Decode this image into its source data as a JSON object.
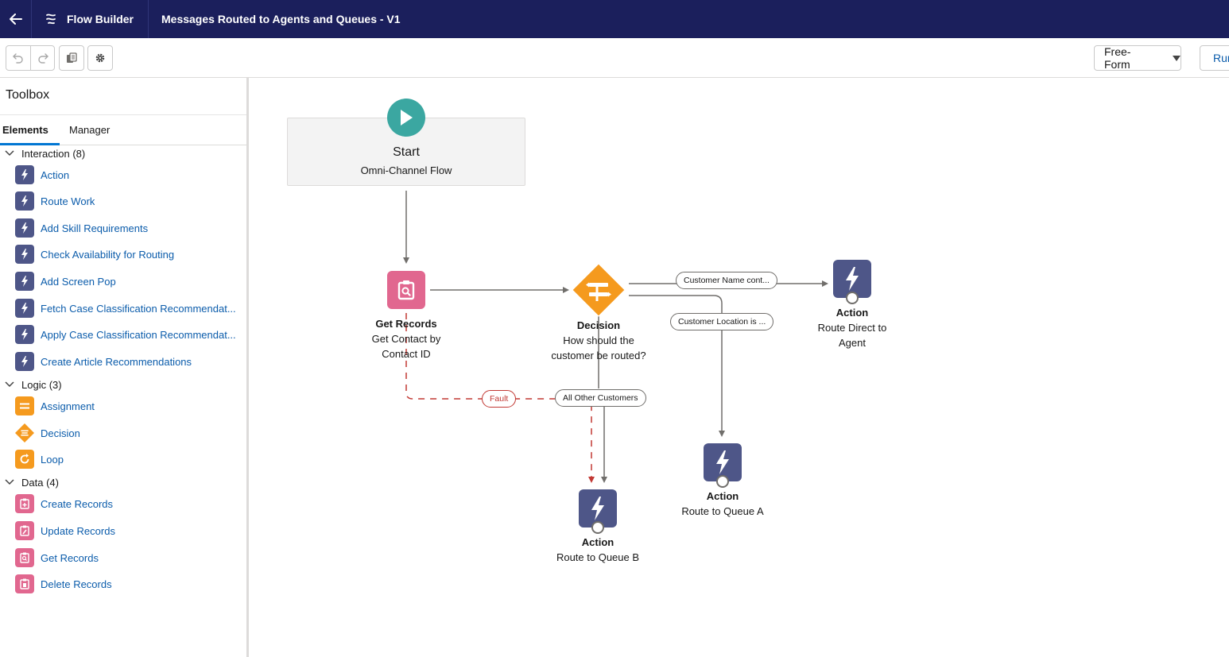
{
  "header": {
    "app_name": "Flow Builder",
    "flow_title": "Messages Routed to Agents and Queues - V1"
  },
  "toolbar": {
    "mode_value": "Free-Form",
    "run_label": "Run"
  },
  "toolbox": {
    "title": "Toolbox",
    "tabs": [
      {
        "label": "Elements",
        "active": true
      },
      {
        "label": "Manager",
        "active": false
      }
    ],
    "sections": [
      {
        "label": "Interaction (8)",
        "items": [
          {
            "label": "Action",
            "icon": "lightning-icon"
          },
          {
            "label": "Route Work",
            "icon": "lightning-icon"
          },
          {
            "label": "Add Skill Requirements",
            "icon": "lightning-icon"
          },
          {
            "label": "Check Availability for Routing",
            "icon": "lightning-icon"
          },
          {
            "label": "Add Screen Pop",
            "icon": "lightning-icon"
          },
          {
            "label": "Fetch Case Classification Recommendat...",
            "icon": "lightning-icon"
          },
          {
            "label": "Apply Case Classification Recommendat...",
            "icon": "lightning-icon"
          },
          {
            "label": "Create Article Recommendations",
            "icon": "lightning-icon"
          }
        ]
      },
      {
        "label": "Logic (3)",
        "items": [
          {
            "label": "Assignment",
            "icon": "assignment-icon"
          },
          {
            "label": "Decision",
            "icon": "decision-icon"
          },
          {
            "label": "Loop",
            "icon": "loop-icon"
          }
        ]
      },
      {
        "label": "Data (4)",
        "items": [
          {
            "label": "Create Records",
            "icon": "create-records-icon"
          },
          {
            "label": "Update Records",
            "icon": "update-records-icon"
          },
          {
            "label": "Get Records",
            "icon": "get-records-icon"
          },
          {
            "label": "Delete Records",
            "icon": "delete-records-icon"
          }
        ]
      }
    ]
  },
  "canvas": {
    "start": {
      "title": "Start",
      "subtitle": "Omni-Channel Flow"
    },
    "get_records": {
      "type": "Get Records",
      "line1": "Get Contact by",
      "line2": "Contact ID"
    },
    "decision": {
      "type": "Decision",
      "line1": "How should the",
      "line2": "customer be routed?"
    },
    "action_agent": {
      "type": "Action",
      "line1": "Route Direct to",
      "line2": "Agent"
    },
    "action_queue_a": {
      "type": "Action",
      "line1": "Route to Queue A"
    },
    "action_queue_b": {
      "type": "Action",
      "line1": "Route to Queue B"
    },
    "outcomes": {
      "customer_name": "Customer Name cont...",
      "customer_location": "Customer Location is ...",
      "other": "All Other Customers",
      "fault": "Fault"
    }
  },
  "colors": {
    "header_bg": "#1b1f5c",
    "action_icon": "#4e5688",
    "data_icon": "#e1678f",
    "logic_icon": "#f59a1e",
    "start_icon": "#3ba7a1",
    "fault": "#c23934",
    "link": "#0b5cab"
  }
}
